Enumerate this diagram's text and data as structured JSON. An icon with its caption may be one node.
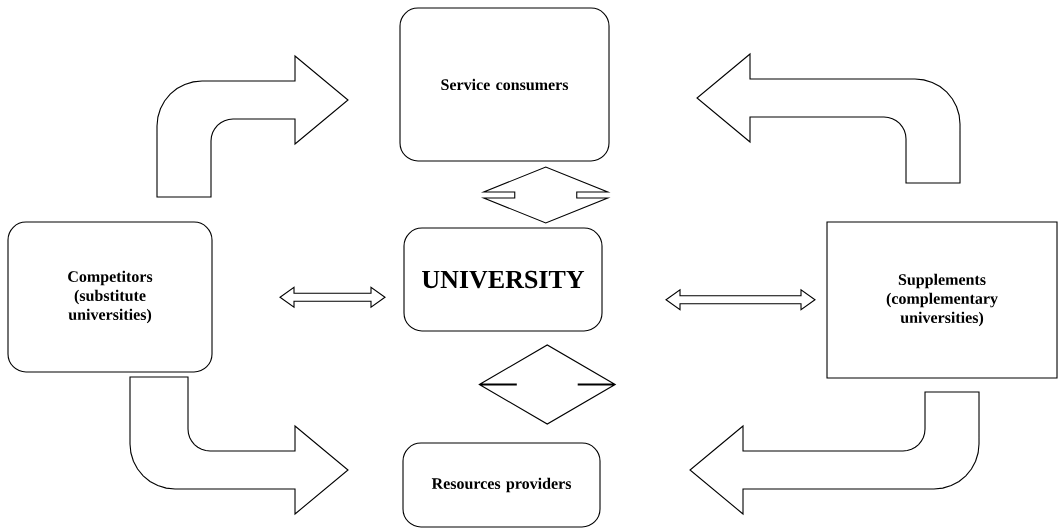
{
  "diagram": {
    "nodes": [
      {
        "text": [
          "Service consumers"
        ]
      },
      {
        "text": [
          "Competitors (substitute universities)"
        ]
      },
      {
        "text": [
          "UNIVERSITY"
        ]
      },
      {
        "text": [
          "Supplements (complementary universities)"
        ]
      },
      {
        "text": [
          "Resources providers"
        ]
      }
    ],
    "edges": [
      {
        "from": 1,
        "to": 0,
        "arrow": "to"
      },
      {
        "from": 3,
        "to": 0,
        "arrow": "to"
      },
      {
        "from": 0,
        "to": 2,
        "arrow": "both"
      },
      {
        "from": 1,
        "to": 2,
        "arrow": "both"
      },
      {
        "from": 2,
        "to": 3,
        "arrow": "both"
      },
      {
        "from": 2,
        "to": 4,
        "arrow": "both"
      },
      {
        "from": 1,
        "to": 4,
        "arrow": "to"
      },
      {
        "from": 3,
        "to": 4,
        "arrow": "to"
      }
    ]
  }
}
